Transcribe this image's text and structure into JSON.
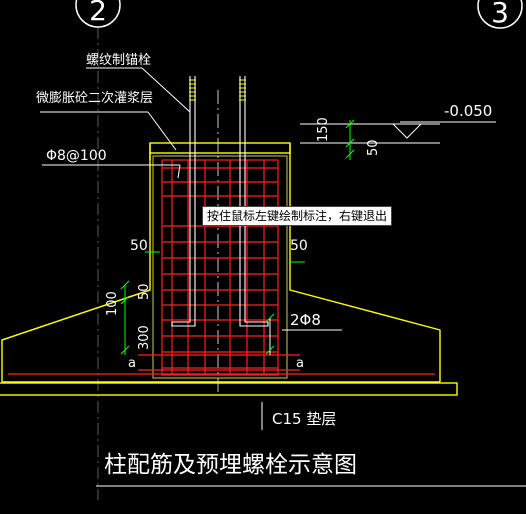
{
  "colors": {
    "background": "#000000",
    "yellow": "#ffff00",
    "white": "#ffffff",
    "red": "#ff2020",
    "green": "#00ff00"
  },
  "grid_axes": [
    {
      "label": "2"
    },
    {
      "label": "3"
    }
  ],
  "labels": {
    "anchor_bolt": "螺纹制锚栓",
    "grout_layer": "微膨胀砼二次灌浆层",
    "stirrup": "Φ8@100",
    "elevation": "-0.050",
    "dim_150": "150",
    "dim_50_right": "50",
    "dim_50_left": "50",
    "dim_50_right_side": "50",
    "dim_100": "100",
    "dim_50_mid": "50",
    "dim_300": "300",
    "bottom_bars": "2Φ8",
    "section_a_left": "a",
    "section_a_right": "a",
    "cushion": "C15 垫层",
    "title": "柱配筋及预埋螺栓示意图"
  },
  "tooltip": "按住鼠标左键绘制标注，右键退出"
}
